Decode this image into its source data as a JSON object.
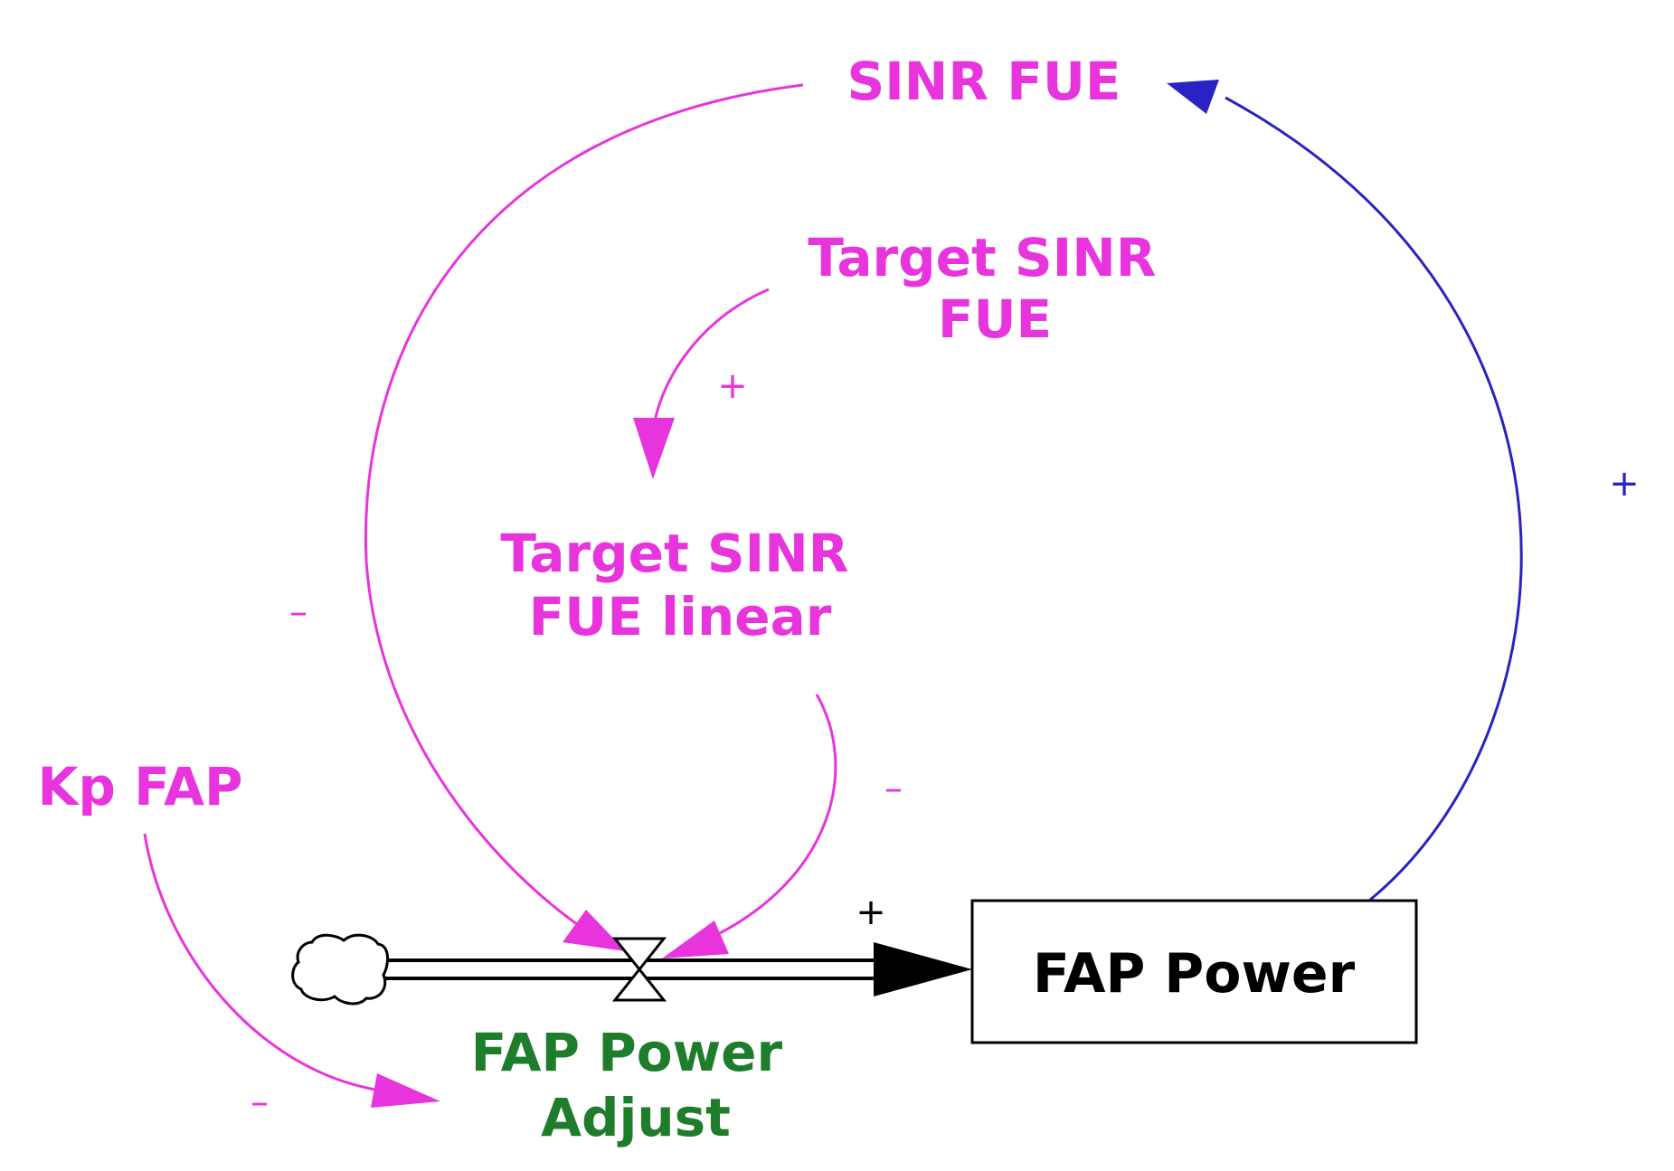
{
  "colors": {
    "auxiliary": "#e834dc",
    "flow_label": "#1e7d2b",
    "stock": "#000000",
    "positive_link": "#2a22c2",
    "pipe": "#000000",
    "background": "#ffffff"
  },
  "nodes": {
    "sinr_fue": {
      "lines": [
        "SINR FUE"
      ]
    },
    "target_sinr_fue": {
      "lines": [
        "Target SINR",
        "FUE"
      ]
    },
    "target_sinr_fue_linear": {
      "lines": [
        "Target SINR",
        "FUE linear"
      ]
    },
    "kp_fap": {
      "lines": [
        "Kp FAP"
      ]
    },
    "fap_power_adjust": {
      "lines": [
        "FAP Power",
        "Adjust"
      ]
    },
    "fap_power": {
      "lines": [
        "FAP Power"
      ]
    }
  },
  "links": [
    {
      "id": "target-to-linear",
      "from": "Target SINR FUE",
      "to": "Target SINR FUE linear",
      "polarity": "+"
    },
    {
      "id": "sinr-to-adjust",
      "from": "SINR FUE",
      "to": "FAP Power Adjust",
      "polarity": "–"
    },
    {
      "id": "linear-to-adjust",
      "from": "Target SINR FUE linear",
      "to": "FAP Power Adjust",
      "polarity": "–"
    },
    {
      "id": "kp-to-adjust",
      "from": "Kp FAP",
      "to": "FAP Power Adjust",
      "polarity": "–"
    },
    {
      "id": "power-to-sinr",
      "from": "FAP Power",
      "to": "SINR FUE",
      "polarity": "+"
    },
    {
      "id": "flow-into-stock",
      "from": "FAP Power Adjust",
      "to": "FAP Power",
      "polarity": "+"
    }
  ],
  "icons": {
    "source": "cloud-icon",
    "valve": "valve-icon"
  }
}
